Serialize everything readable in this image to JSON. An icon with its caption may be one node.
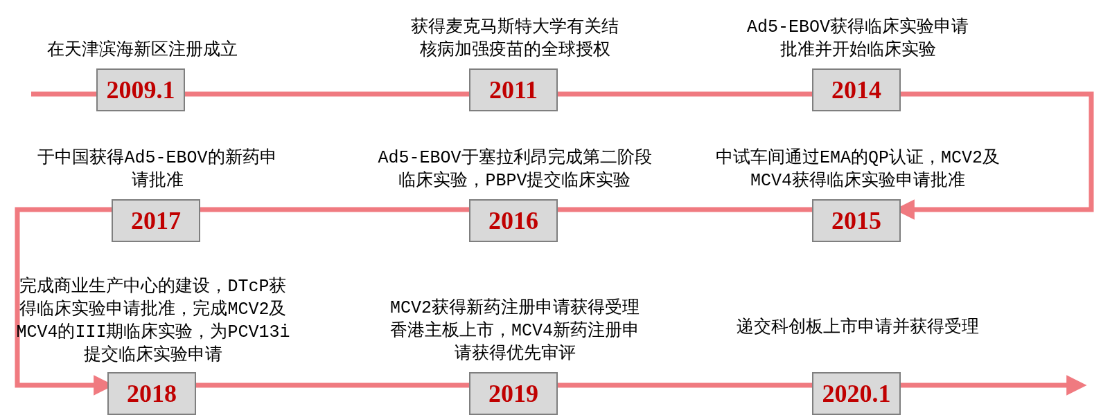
{
  "diagram": {
    "nodes": [
      {
        "text": [
          "在天津滨海新区注册成立",
          "2009.1"
        ]
      },
      {
        "text": [
          "获得麦克马斯特大学有关结核病加强疫苗的全球授权",
          "2011"
        ]
      },
      {
        "text": [
          "Ad5-EBOV获得临床实验申请批准并开始临床实验",
          "2014"
        ]
      },
      {
        "text": [
          "中试车间通过EMA的QP认证，MCV2及MCV4获得临床实验申请批准",
          "2015"
        ]
      },
      {
        "text": [
          "Ad5-EBOV于塞拉利昂完成第二阶段临床实验，PBPV提交临床实验",
          "2016"
        ]
      },
      {
        "text": [
          "于中国获得Ad5-EBOV的新药申请批准",
          "2017"
        ]
      },
      {
        "text": [
          "完成商业生产中心的建设，DTcP获得临床实验申请批准，完成MCV2及MCV4的III期临床实验，为PCV13i提交临床实验申请",
          "2018"
        ]
      },
      {
        "text": [
          "MCV2获得新药注册申请获得受理香港主板上市，MCV4新药注册申请获得优先审评",
          "2019"
        ]
      },
      {
        "text": [
          "递交科创板上市申请并获得受理",
          "2020.1"
        ]
      }
    ],
    "edges": [
      {
        "from": null,
        "to": 0,
        "arrow": "none"
      },
      {
        "from": 0,
        "to": 1,
        "arrow": "none"
      },
      {
        "from": 1,
        "to": 2,
        "arrow": "none"
      },
      {
        "from": 2,
        "to": 3,
        "arrow": "to"
      },
      {
        "from": 3,
        "to": 4,
        "arrow": "none"
      },
      {
        "from": 4,
        "to": 5,
        "arrow": "none"
      },
      {
        "from": 5,
        "to": 6,
        "arrow": "to"
      },
      {
        "from": 6,
        "to": 7,
        "arrow": "none"
      },
      {
        "from": 7,
        "to": 8,
        "arrow": "none"
      },
      {
        "from": 8,
        "to": null,
        "arrow": "to"
      }
    ]
  }
}
